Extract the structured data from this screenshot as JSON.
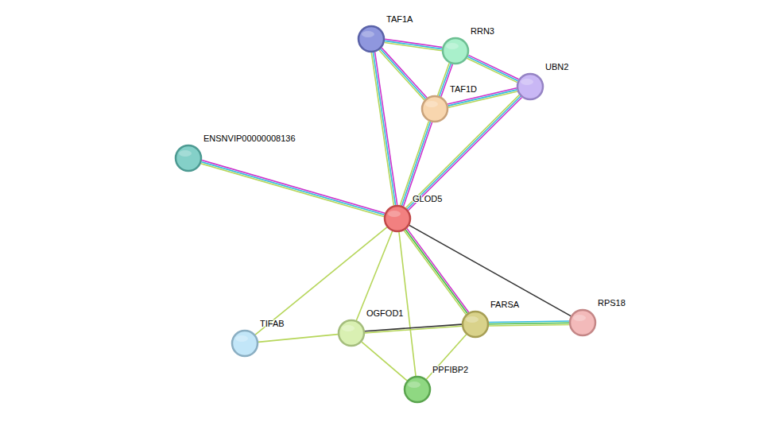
{
  "diagram": {
    "nodes": [
      {
        "text": [
          "TAF1A"
        ]
      },
      {
        "text": [
          "RRN3"
        ]
      },
      {
        "text": [
          "UBN2"
        ]
      },
      {
        "text": [
          "TAF1D"
        ]
      },
      {
        "text": [
          "ENSNVIP00000008136"
        ]
      },
      {
        "text": [
          "GLOD5"
        ]
      },
      {
        "text": [
          "RPS18"
        ]
      },
      {
        "text": [
          "FARSA"
        ]
      },
      {
        "text": [
          "OGFOD1"
        ]
      },
      {
        "text": [
          "TIFAB"
        ]
      },
      {
        "text": [
          "PPFIBP2"
        ]
      }
    ],
    "edges": [
      {
        "from": 0,
        "to": 1,
        "arrow": "none"
      },
      {
        "from": 0,
        "to": 3,
        "arrow": "none"
      },
      {
        "from": 0,
        "to": 5,
        "arrow": "none"
      },
      {
        "from": 1,
        "to": 3,
        "arrow": "none"
      },
      {
        "from": 1,
        "to": 2,
        "arrow": "none"
      },
      {
        "from": 3,
        "to": 2,
        "arrow": "none"
      },
      {
        "from": 3,
        "to": 5,
        "arrow": "none"
      },
      {
        "from": 2,
        "to": 5,
        "arrow": "none"
      },
      {
        "from": 4,
        "to": 5,
        "arrow": "none"
      },
      {
        "from": 5,
        "to": 9,
        "arrow": "none"
      },
      {
        "from": 5,
        "to": 8,
        "arrow": "none"
      },
      {
        "from": 5,
        "to": 10,
        "arrow": "none"
      },
      {
        "from": 5,
        "to": 7,
        "arrow": "none"
      },
      {
        "from": 5,
        "to": 6,
        "arrow": "none"
      },
      {
        "from": 9,
        "to": 8,
        "arrow": "none"
      },
      {
        "from": 8,
        "to": 7,
        "arrow": "none"
      },
      {
        "from": 8,
        "to": 10,
        "arrow": "none"
      },
      {
        "from": 7,
        "to": 10,
        "arrow": "none"
      },
      {
        "from": 7,
        "to": 6,
        "arrow": "none"
      }
    ]
  }
}
